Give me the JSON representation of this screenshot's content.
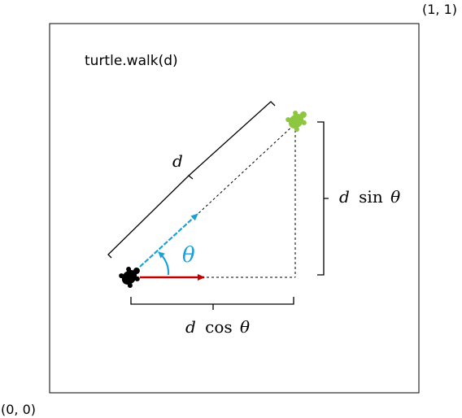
{
  "labels": {
    "top_right": "(1, 1)",
    "bottom_left": "(0, 0)",
    "code": "turtle.walk(d)",
    "distance": "d",
    "vertical_var": "d",
    "vertical_fn": "sin",
    "vertical_angle": "θ",
    "horizontal_var": "d",
    "horizontal_fn": "cos",
    "horizontal_angle": "θ",
    "angle": "θ"
  },
  "colors": {
    "frame": "#000000",
    "start_turtle": "#000000",
    "end_turtle": "#8dc63f",
    "heading_arrow": "#1aa0dc",
    "angle_arc": "#1aa0dc",
    "baseline_arrow": "#c00000",
    "dashed": "#000000",
    "brace": "#000000"
  },
  "icons": {
    "start": "turtle-icon",
    "end": "turtle-icon"
  }
}
